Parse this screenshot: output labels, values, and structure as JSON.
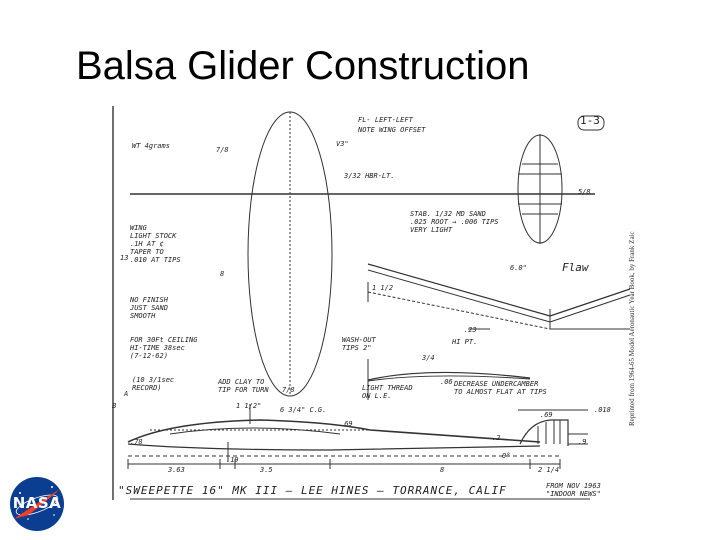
{
  "slide": {
    "title": "Balsa Glider Construction"
  },
  "drawing": {
    "notes": {
      "sheet_no": "1-3",
      "fl": "FL-   LEFT-LEFT",
      "wing_offset": "NOTE WING OFFSET",
      "wt": "WT  4grams",
      "tip_dim": "7/8",
      "v3": "V3\"",
      "hbr": "3/32  HBR-LT.",
      "wing_spec": [
        "WING",
        "LIGHT STOCK",
        ".1H AT ¢",
        "TAPER TO",
        ".010 AT TIPS"
      ],
      "stab_spec": [
        "STAB.  1/32 MD SAND",
        ".025 ROOT → .006 TIPS",
        "VERY LIGHT"
      ],
      "finish": [
        "NO FINISH",
        "JUST SAND",
        "SMOOTH"
      ],
      "ceiling": [
        "FOR 30Ft CEILING",
        "HI-TIME  38sec",
        "(7-12-62)"
      ],
      "record": [
        "(10 3/1sec",
        "RECORD)"
      ],
      "clay": [
        "ADD CLAY TO",
        "TIP FOR TURN"
      ],
      "washout": [
        "WASH-OUT",
        "TIPS 2\""
      ],
      "thread": [
        "LIGHT THREAD",
        "ON L.E."
      ],
      "camber": [
        "DECREASE UNDERCAMBER",
        "TO ALMOST FLAT AT TIPS"
      ],
      "dim_58": "5/8",
      "dim_1_half": "1 1/2",
      "dim_6_0": "6.0\"",
      "dim_hi": "HI PT.",
      "dim_3_4": "3/4",
      "dim_06": ".06",
      "dim_78": "7/8",
      "dim_8_left": "8",
      "dim_13": "13",
      "cg_dim": "1 1/2\"",
      "cg": "6 3/4\" C.G.",
      "dim_69": ".69",
      "dim_78b": ".78",
      "dim_69b": ".69",
      "dim_018": ".018",
      "dim_2": ".2",
      "dim_9": ".9",
      "dim_0": "0°",
      "dim_363": "3.63",
      "dim_19": ".19",
      "dim_35": "3.5",
      "dim_8": "8",
      "dim_2_half": "2 1/4",
      "dim_23": ".23",
      "dim_a": "A",
      "dim_b": "B",
      "source": [
        "FROM   NOV 1963",
        "\"INDOOR NEWS\""
      ],
      "footer": "\"SWEEPETTE 16\"  MK III  —  LEE HINES — TORRANCE, CALIF",
      "signature": "Flaw",
      "reprint": "Reprinted from 1964-65 Model Aeronautic Year Book, by Frank Zaic"
    }
  },
  "logo": {
    "text": "NASA",
    "colors": {
      "circle": "#0b3d91",
      "chevron": "#fc3d21",
      "text": "#ffffff"
    }
  }
}
